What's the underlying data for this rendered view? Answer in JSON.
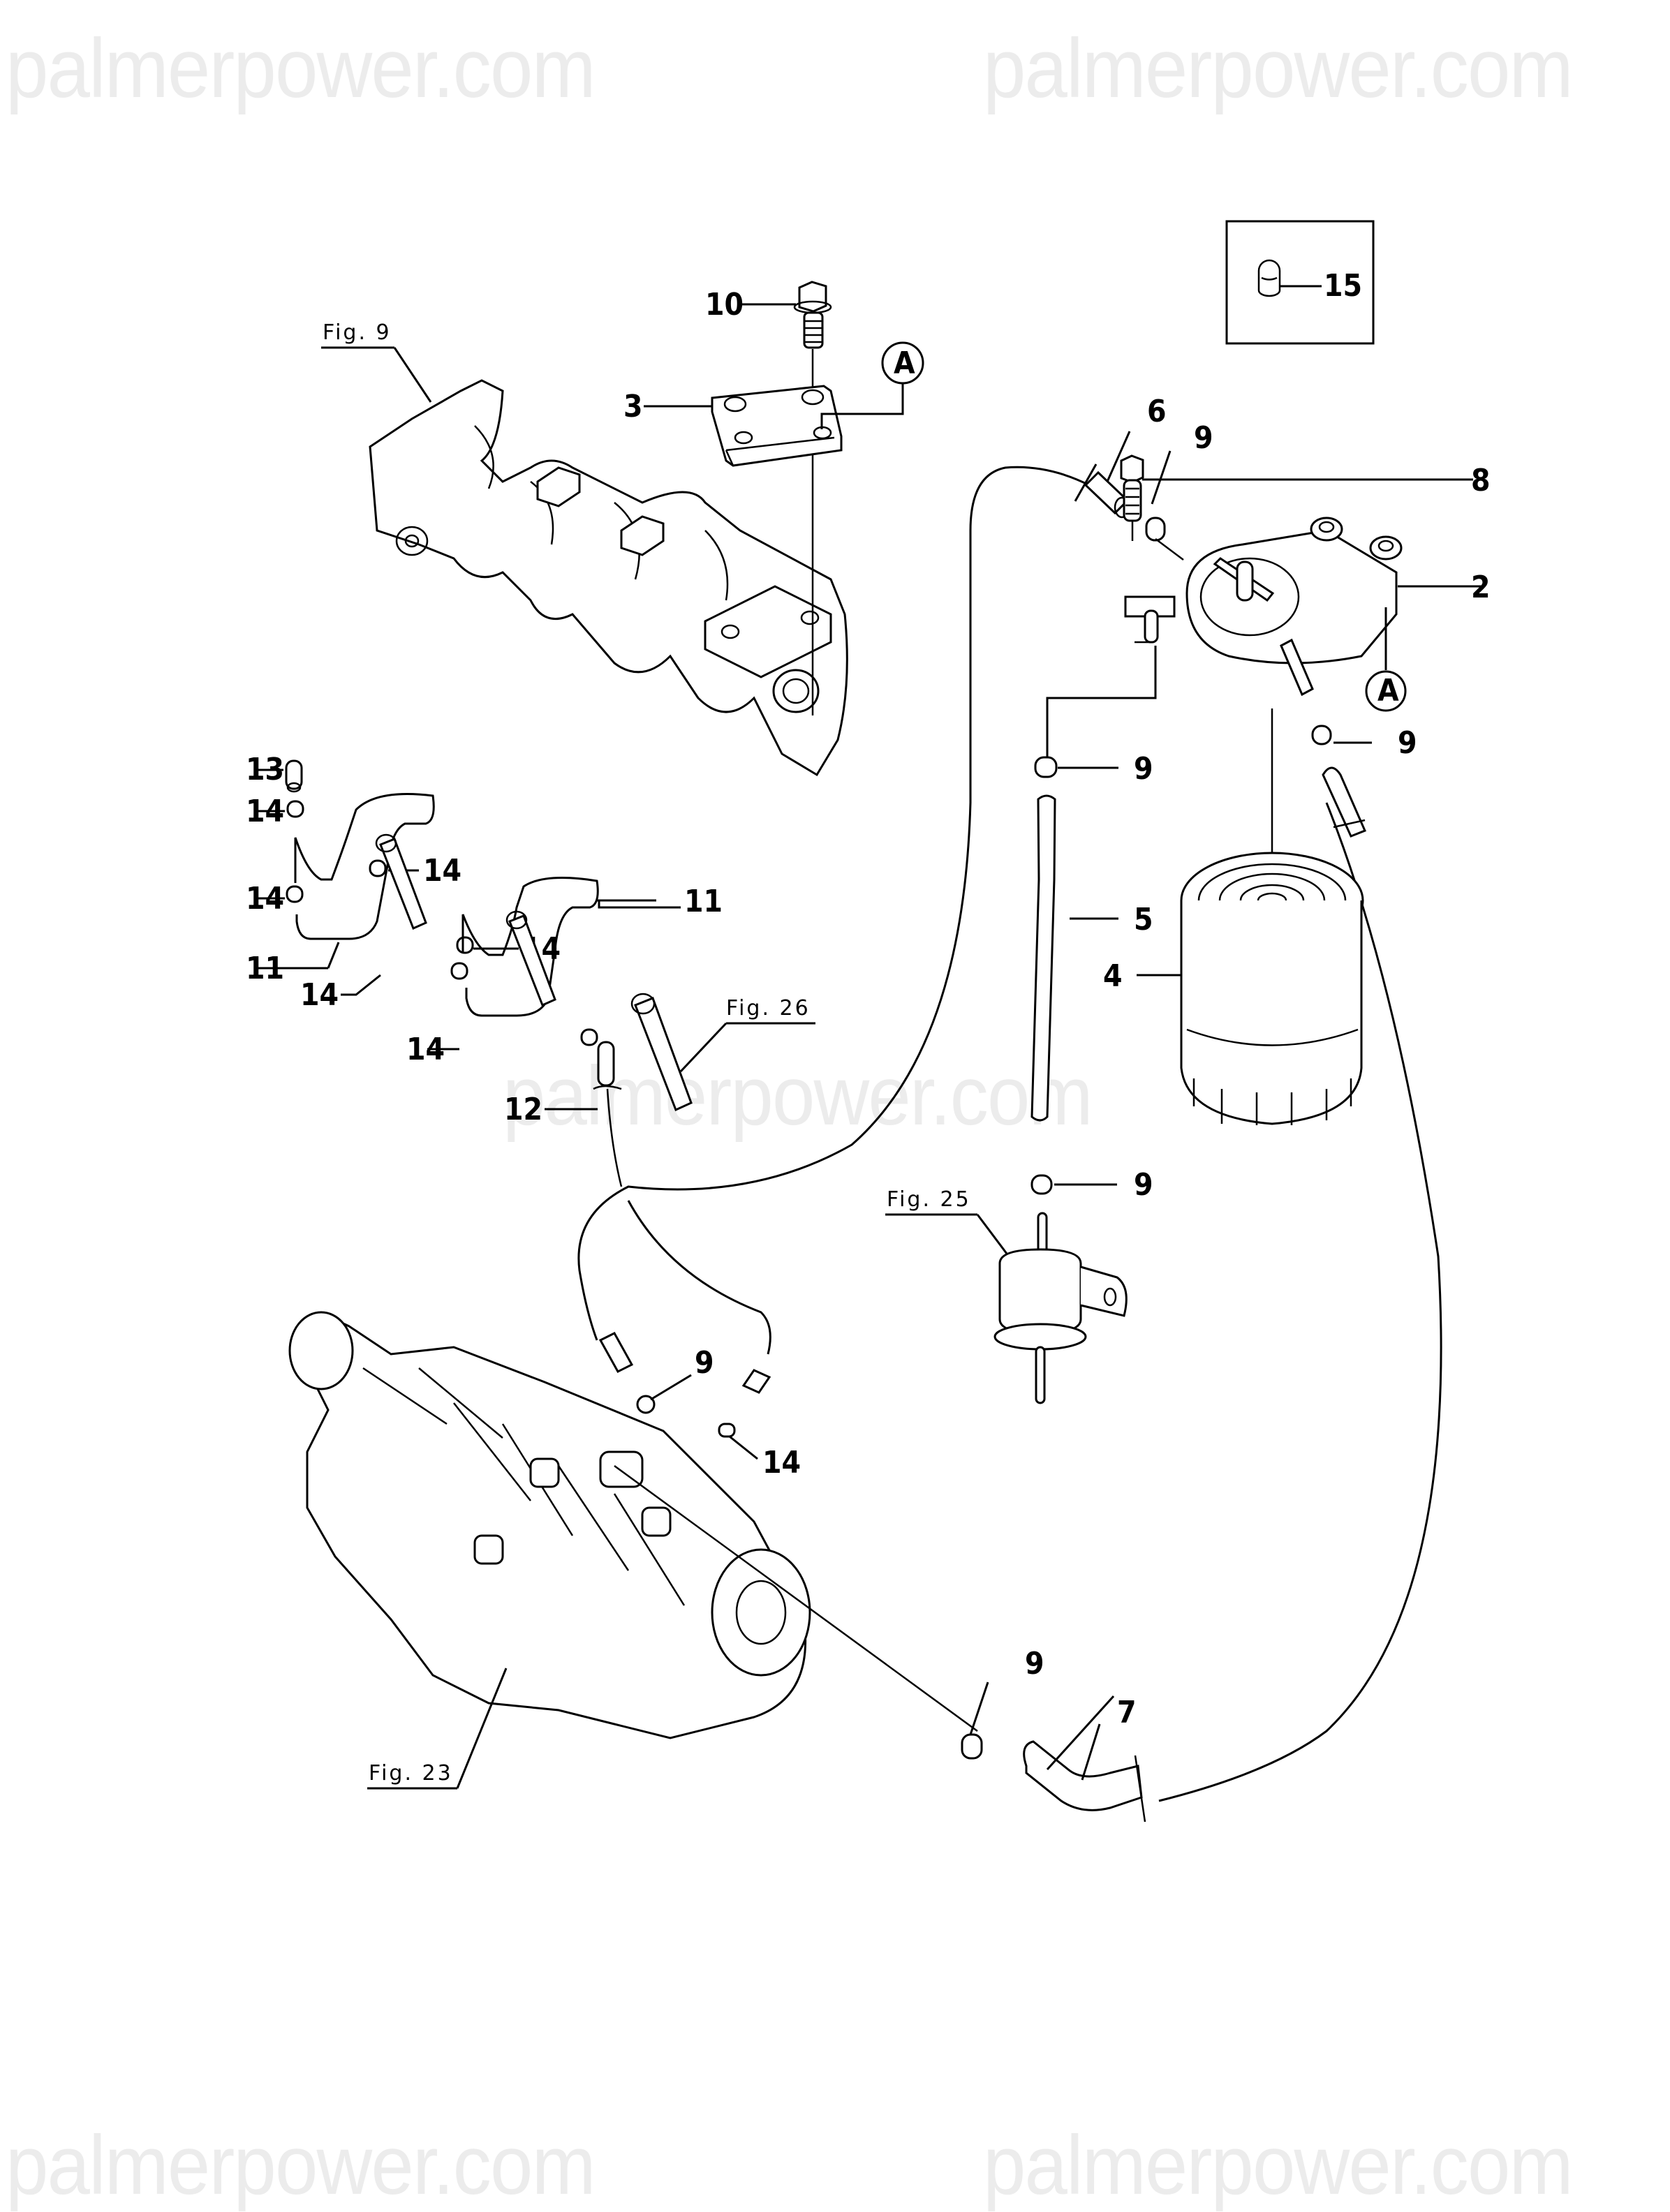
{
  "watermark": {
    "text": "palmerpower.com",
    "color": "#ececec"
  },
  "inset": {
    "item": "15",
    "icon": "cap-plug-icon"
  },
  "callouts": {
    "c2": "2",
    "c3": "3",
    "c4": "4",
    "c5": "5",
    "c6": "6",
    "c7": "7",
    "c8": "8",
    "c9a": "9",
    "c9b": "9",
    "c9c": "9",
    "c9d": "9",
    "c9e": "9",
    "c9f": "9",
    "c10": "10",
    "c11a": "11",
    "c11b": "11",
    "c12": "12",
    "c13": "13",
    "c14a": "14",
    "c14b": "14",
    "c14c": "14",
    "c14d": "14",
    "c14e": "14",
    "c14f": "14",
    "c14g": "14"
  },
  "reference_marks": {
    "a1": "A",
    "a2": "A"
  },
  "figure_refs": {
    "fig9": "Fig. 9",
    "fig23": "Fig. 23",
    "fig25": "Fig. 25",
    "fig26": "Fig. 26"
  },
  "parts": [
    {
      "no": "2",
      "name": "fuel-filter-head"
    },
    {
      "no": "3",
      "name": "cover-plate"
    },
    {
      "no": "4",
      "name": "fuel-filter-element"
    },
    {
      "no": "5",
      "name": "fuel-hose"
    },
    {
      "no": "6",
      "name": "fuel-hose"
    },
    {
      "no": "7",
      "name": "fuel-hose-bent"
    },
    {
      "no": "8",
      "name": "bolt"
    },
    {
      "no": "9",
      "name": "hose-clip"
    },
    {
      "no": "10",
      "name": "bolt"
    },
    {
      "no": "11",
      "name": "return-pipe"
    },
    {
      "no": "12",
      "name": "return-hose"
    },
    {
      "no": "13",
      "name": "cap"
    },
    {
      "no": "14",
      "name": "hose-clip"
    },
    {
      "no": "15",
      "name": "cap"
    }
  ]
}
